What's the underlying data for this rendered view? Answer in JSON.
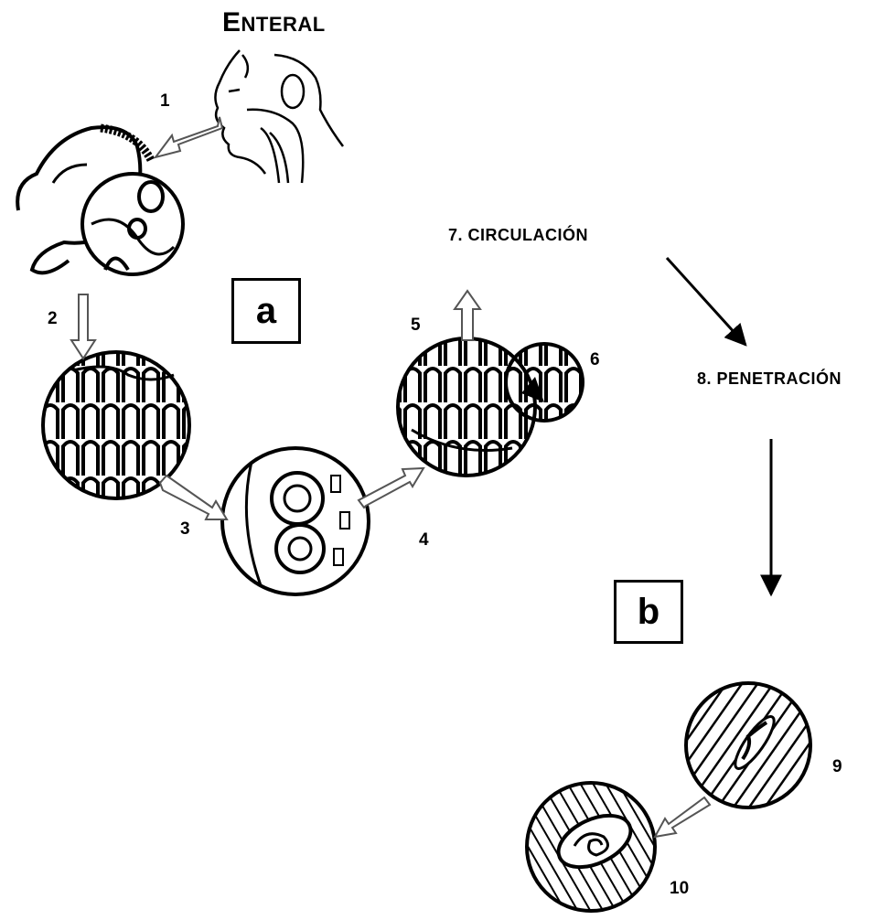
{
  "title": {
    "initial": "E",
    "rest": "NTERAL"
  },
  "steps": {
    "s1": "1",
    "s2": "2",
    "s3": "3",
    "s4": "4",
    "s5": "5",
    "s6": "6",
    "s9": "9",
    "s10": "10"
  },
  "stages": {
    "circulation": "7. CIRCULACIÓN",
    "penetration": "8.  PENETRACIÓN"
  },
  "panels": {
    "a": "a",
    "b": "b"
  },
  "colors": {
    "ink": "#000000",
    "paper": "#ffffff",
    "arrow_outline": "#555555"
  }
}
